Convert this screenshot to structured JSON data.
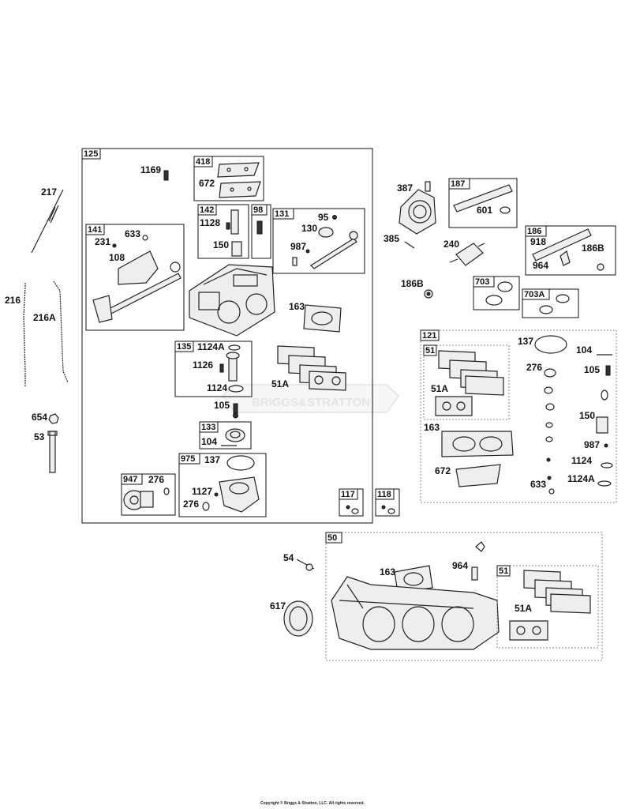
{
  "watermark": "BRIGGS&STRATTON",
  "copyright": "Copyright © Briggs & Stratton, LLC. All rights reserved.",
  "group_tags": {
    "g125": "125",
    "g418": "418",
    "g142": "142",
    "g98": "98",
    "g131": "131",
    "g141": "141",
    "g135": "135",
    "g133": "133",
    "g975": "975",
    "g947": "947",
    "g117": "117",
    "g118": "118",
    "g187": "187",
    "g186": "186",
    "g703": "703",
    "g703A": "703A",
    "g121": "121",
    "g51a": "51",
    "g50": "50",
    "g51b": "51"
  },
  "callouts": {
    "c217": "217",
    "c216": "216",
    "c216A": "216A",
    "c654": "654",
    "c53": "53",
    "c1169": "1169",
    "c672a": "672",
    "c1128": "1128",
    "c150a": "150",
    "c95": "95",
    "c130": "130",
    "c987a": "987",
    "c231": "231",
    "c633a": "633",
    "c108": "108",
    "c163a": "163",
    "c1124Aa": "1124A",
    "c1126": "1126",
    "c1124a": "1124",
    "c51Aa": "51A",
    "c105a": "105",
    "c104a": "104",
    "c137a": "137",
    "c1127": "1127",
    "c276a": "276",
    "c276b": "276",
    "c387": "387",
    "c385": "385",
    "c601": "601",
    "c240": "240",
    "c186Ba": "186B",
    "c918": "918",
    "c964a": "964",
    "c186Bb": "186B",
    "c137b": "137",
    "c104b": "104",
    "c276c": "276",
    "c105b": "105",
    "c51Ab": "51A",
    "c163b": "163",
    "c150b": "150",
    "c987b": "987",
    "c1124b": "1124",
    "c1124Ab": "1124A",
    "c672b": "672",
    "c633b": "633",
    "c54": "54",
    "c617": "617",
    "c163c": "163",
    "c964b": "964",
    "c51Ac": "51A"
  }
}
